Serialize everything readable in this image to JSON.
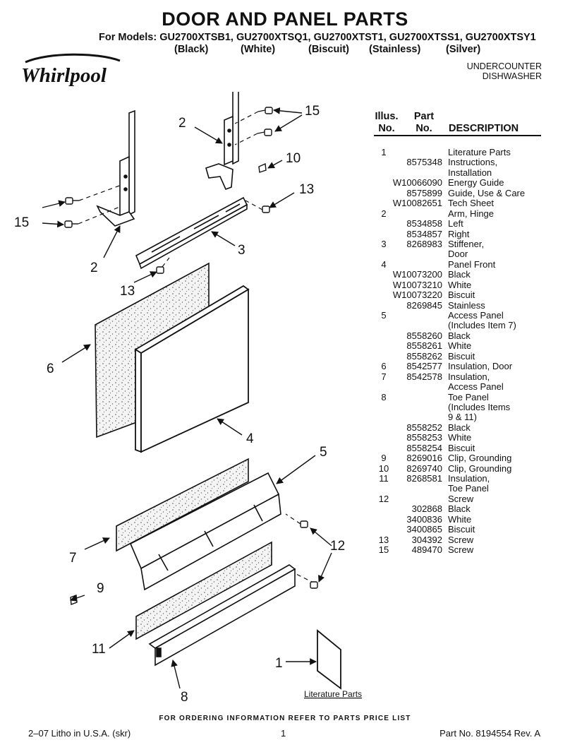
{
  "header": {
    "title": "DOOR AND PANEL PARTS",
    "models_line": "For Models: GU2700XTSB1, GU2700XTSQ1, GU2700XTST1, GU2700XTSS1, GU2700XTSY1",
    "colors": [
      "(Black)",
      "(White)",
      "(Biscuit)",
      "(Stainless)",
      "(Silver)"
    ],
    "brand": "Whirlpool",
    "appliance_line1": "UNDERCOUNTER",
    "appliance_line2": "DISHWASHER"
  },
  "table": {
    "col_illus_1": "Illus.",
    "col_illus_2": "No.",
    "col_part_1": "Part",
    "col_part_2": "No.",
    "col_desc": "DESCRIPTION",
    "rows": [
      {
        "illus": "1",
        "part": "",
        "desc": "Literature Parts"
      },
      {
        "illus": "",
        "part": "8575348",
        "desc": "Instructions,"
      },
      {
        "illus": "",
        "part": "",
        "desc": "Installation"
      },
      {
        "illus": "",
        "part": "W10066090",
        "desc": "Energy Guide"
      },
      {
        "illus": "",
        "part": "8575899",
        "desc": "Guide, Use & Care"
      },
      {
        "illus": "",
        "part": "W10082651",
        "desc": "Tech Sheet"
      },
      {
        "illus": "2",
        "part": "",
        "desc": "Arm, Hinge"
      },
      {
        "illus": "",
        "part": "8534858",
        "desc": "Left"
      },
      {
        "illus": "",
        "part": "8534857",
        "desc": "Right"
      },
      {
        "illus": "3",
        "part": "8268983",
        "desc": "Stiffener,"
      },
      {
        "illus": "",
        "part": "",
        "desc": "Door"
      },
      {
        "illus": "4",
        "part": "",
        "desc": "Panel Front"
      },
      {
        "illus": "",
        "part": "W10073200",
        "desc": "Black"
      },
      {
        "illus": "",
        "part": "W10073210",
        "desc": "White"
      },
      {
        "illus": "",
        "part": "W10073220",
        "desc": "Biscuit"
      },
      {
        "illus": "",
        "part": "8269845",
        "desc": "Stainless"
      },
      {
        "illus": "5",
        "part": "",
        "desc": "Access Panel"
      },
      {
        "illus": "",
        "part": "",
        "desc": "(Includes Item 7)"
      },
      {
        "illus": "",
        "part": "8558260",
        "desc": "Black"
      },
      {
        "illus": "",
        "part": "8558261",
        "desc": "White"
      },
      {
        "illus": "",
        "part": "8558262",
        "desc": "Biscuit"
      },
      {
        "illus": "6",
        "part": "8542577",
        "desc": "Insulation, Door"
      },
      {
        "illus": "7",
        "part": "8542578",
        "desc": "Insulation,"
      },
      {
        "illus": "",
        "part": "",
        "desc": "Access Panel"
      },
      {
        "illus": "8",
        "part": "",
        "desc": "Toe Panel"
      },
      {
        "illus": "",
        "part": "",
        "desc": "(Includes Items"
      },
      {
        "illus": "",
        "part": "",
        "desc": "9 & 11)"
      },
      {
        "illus": "",
        "part": "8558252",
        "desc": "Black"
      },
      {
        "illus": "",
        "part": "8558253",
        "desc": "White"
      },
      {
        "illus": "",
        "part": "8558254",
        "desc": "Biscuit"
      },
      {
        "illus": "9",
        "part": "8269016",
        "desc": "Clip, Grounding"
      },
      {
        "illus": "10",
        "part": "8269740",
        "desc": "Clip, Grounding"
      },
      {
        "illus": "11",
        "part": "8268581",
        "desc": "Insulation,"
      },
      {
        "illus": "",
        "part": "",
        "desc": "Toe Panel"
      },
      {
        "illus": "12",
        "part": "",
        "desc": "Screw"
      },
      {
        "illus": "",
        "part": "302868",
        "desc": "Black"
      },
      {
        "illus": "",
        "part": "3400836",
        "desc": "White"
      },
      {
        "illus": "",
        "part": "3400865",
        "desc": "Biscuit"
      },
      {
        "illus": "13",
        "part": "304392",
        "desc": "Screw"
      },
      {
        "illus": "15",
        "part": "489470",
        "desc": "Screw"
      }
    ]
  },
  "diagram": {
    "callouts": {
      "c1": "1",
      "c2a": "2",
      "c2b": "2",
      "c3": "3",
      "c4": "4",
      "c5": "5",
      "c6": "6",
      "c7": "7",
      "c8": "8",
      "c9": "9",
      "c10": "10",
      "c11": "11",
      "c12": "12",
      "c13a": "13",
      "c13b": "13",
      "c15a": "15",
      "c15b": "15"
    },
    "literature_caption": "Literature Parts"
  },
  "footer": {
    "order_note": "FOR ORDERING INFORMATION REFER TO PARTS PRICE LIST",
    "litho": "2–07 Litho in U.S.A. (skr)",
    "page_number": "1",
    "part_number": "Part No. 8194554 Rev. A"
  }
}
